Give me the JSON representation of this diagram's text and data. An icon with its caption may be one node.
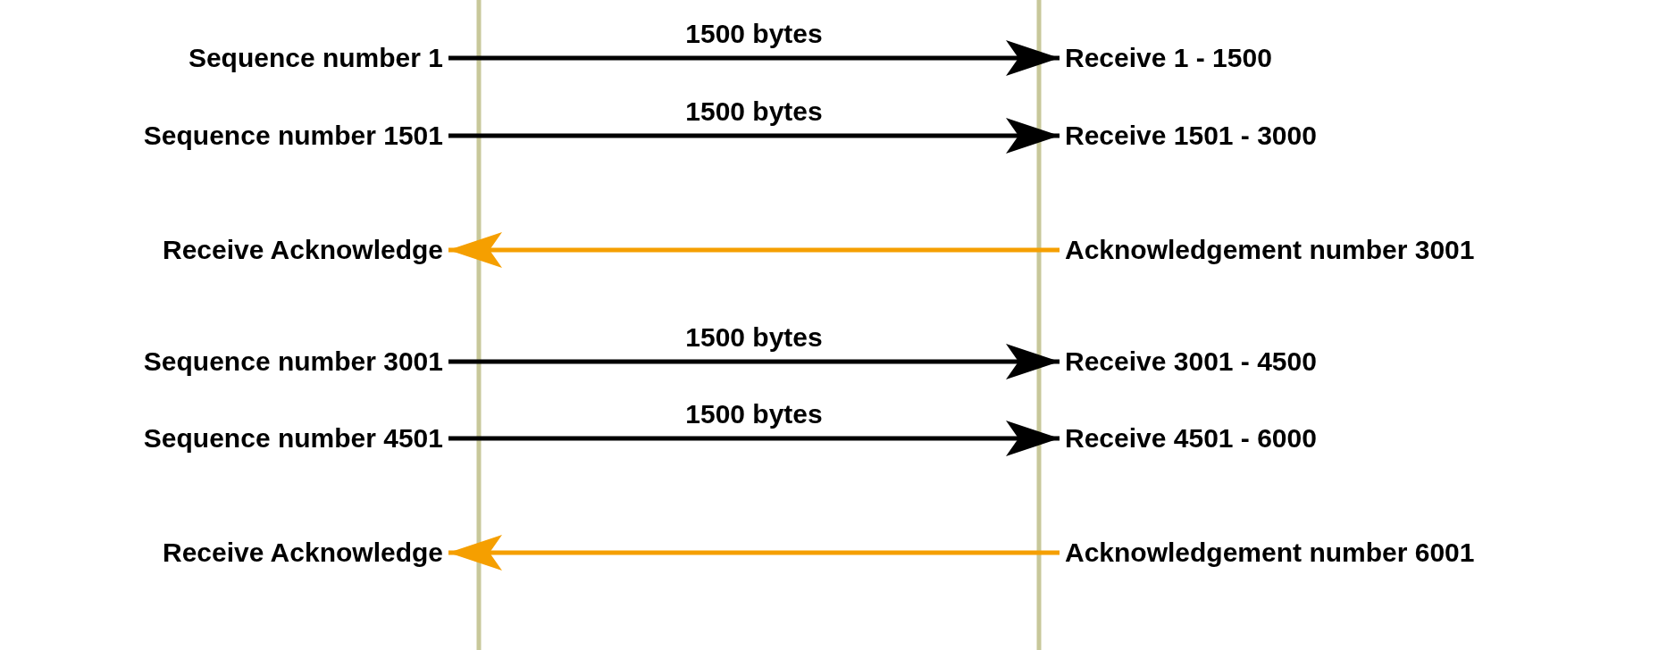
{
  "diagram": {
    "nodes": [
      {
        "text": [
          "Sequence number 1"
        ]
      },
      {
        "text": [
          "Receive 1 - 1500"
        ]
      },
      {
        "text": [
          "Sequence number 1501"
        ]
      },
      {
        "text": [
          "Receive 1501 - 3000"
        ]
      },
      {
        "text": [
          "Receive Acknowledge"
        ]
      },
      {
        "text": [
          "Acknowledgement number 3001"
        ]
      },
      {
        "text": [
          "Sequence number 3001"
        ]
      },
      {
        "text": [
          "Receive 3001 - 4500"
        ]
      },
      {
        "text": [
          "Sequence number 4501"
        ]
      },
      {
        "text": [
          "Receive 4501 - 6000"
        ]
      },
      {
        "text": [
          "Receive Acknowledge"
        ]
      },
      {
        "text": [
          "Acknowledgement number 6001"
        ]
      }
    ],
    "edges": [
      {
        "from": 0,
        "to": 1,
        "arrow": "to",
        "label": "1500 bytes"
      },
      {
        "from": 2,
        "to": 3,
        "arrow": "to",
        "label": "1500 bytes"
      },
      {
        "from": 5,
        "to": 4,
        "arrow": "to",
        "color": "#f59f00"
      },
      {
        "from": 6,
        "to": 7,
        "arrow": "to",
        "label": "1500 bytes"
      },
      {
        "from": 8,
        "to": 9,
        "arrow": "to",
        "label": "1500 bytes"
      },
      {
        "from": 11,
        "to": 10,
        "arrow": "to",
        "color": "#f59f00"
      }
    ]
  }
}
